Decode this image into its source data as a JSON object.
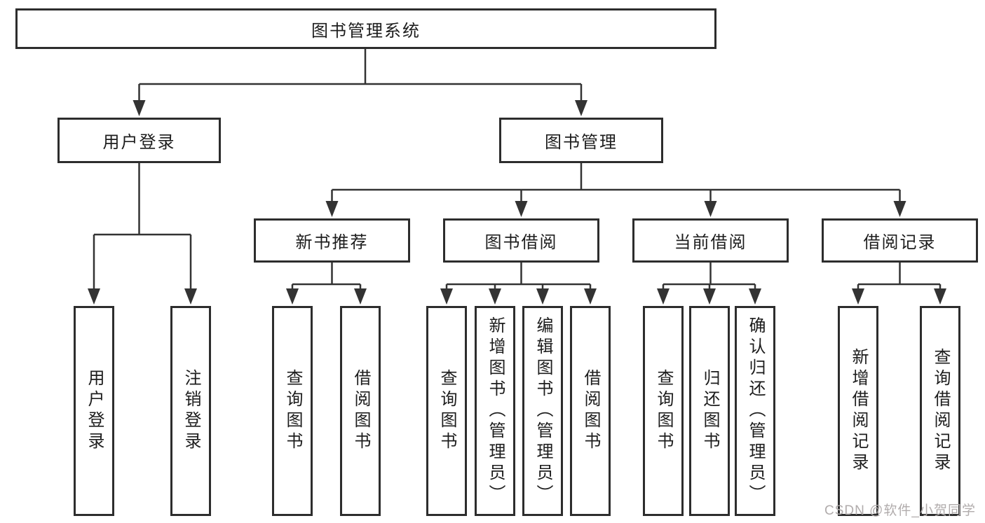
{
  "tree": {
    "root": {
      "label": "图书管理系统"
    },
    "branches": [
      {
        "label": "用户登录",
        "children": [
          {
            "label": "用户登录"
          },
          {
            "label": "注销登录"
          }
        ]
      },
      {
        "label": "图书管理",
        "groups": [
          {
            "label": "新书推荐",
            "children": [
              {
                "label": "查询图书"
              },
              {
                "label": "借阅图书"
              }
            ]
          },
          {
            "label": "图书借阅",
            "children": [
              {
                "label": "查询图书"
              },
              {
                "label": "新增图书（管理员）"
              },
              {
                "label": "编辑图书（管理员）"
              },
              {
                "label": "借阅图书"
              }
            ]
          },
          {
            "label": "当前借阅",
            "children": [
              {
                "label": "查询图书"
              },
              {
                "label": "归还图书"
              },
              {
                "label": "确认归还（管理员）"
              }
            ]
          },
          {
            "label": "借阅记录",
            "children": [
              {
                "label": "新增借阅记录"
              },
              {
                "label": "查询借阅记录"
              }
            ]
          }
        ]
      }
    ]
  },
  "watermark": {
    "text": "CSDN @软件_小贺同学"
  },
  "colors": {
    "line": "#333333",
    "box_border": "#2d2d2d",
    "text": "#1d1d1d",
    "background": "#ffffff",
    "watermark": "#b1acac"
  }
}
